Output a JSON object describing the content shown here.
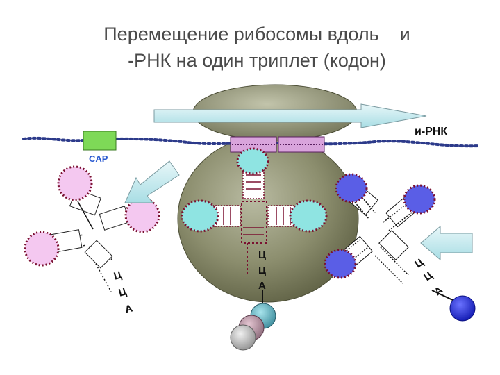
{
  "title": {
    "line1": "Перемещение рибосомы вдоль    и",
    "line2": "-РНК на один триплет (кодон)"
  },
  "labels": {
    "mrna": "и-РНК",
    "cap": "CAP",
    "letter_c": "Ц",
    "letter_a": "А"
  },
  "colors": {
    "ribosome": "#8c8e6e",
    "mrna_strand": "#2c3a8a",
    "trna_left": "#f4c8f0",
    "trna_center": "#8fe4e2",
    "trna_right": "#5a5ee6",
    "cap_box": "#7ed957",
    "arrow_fill": "#bfe9ee",
    "codon_box": "#d9a4dc"
  }
}
